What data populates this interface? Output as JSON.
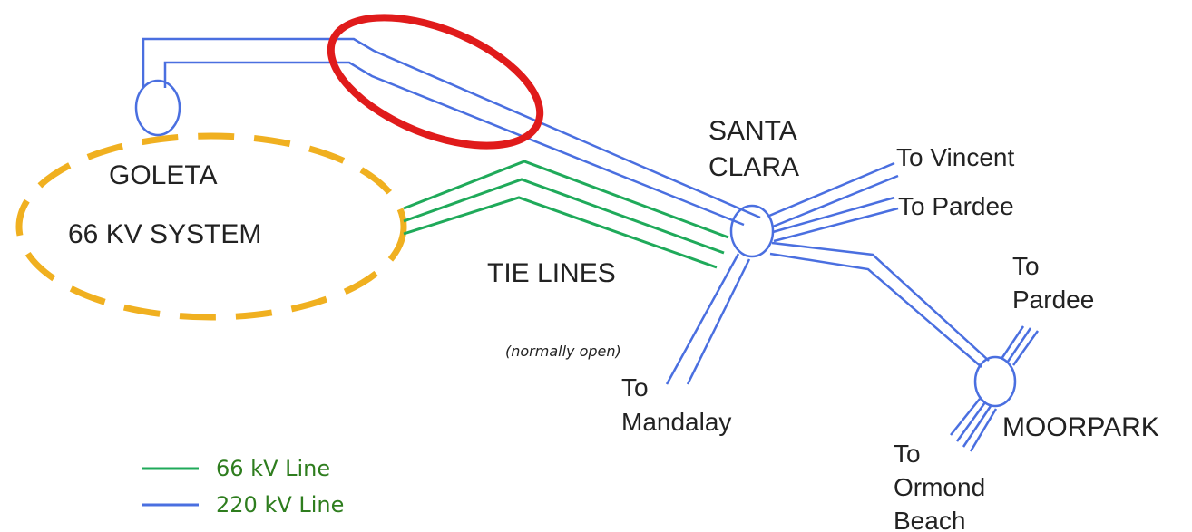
{
  "colors": {
    "line_220kv": "#4a6fe0",
    "line_66kv": "#1faa5a",
    "goleta_system_outline": "#f0b020",
    "highlight": "#e01b1b",
    "legend_text": "#2e7d1e"
  },
  "labels": {
    "goleta_line1": "GOLETA",
    "goleta_line2": "66 KV SYSTEM",
    "santa_clara_line1": "SANTA",
    "santa_clara_line2": "CLARA",
    "tie_lines": "TIE LINES",
    "normally_open": "(normally open)",
    "to_vincent": "To Vincent",
    "to_pardee_1": "To Pardee",
    "to_pardee_2_line1": "To",
    "to_pardee_2_line2": "Pardee",
    "to_mandalay_line1": "To",
    "to_mandalay_line2": "Mandalay",
    "moorpark": "MOORPARK",
    "to_ormond_line1": "To",
    "to_ormond_line2": "Ormond",
    "to_ormond_line3": "Beach"
  },
  "legend": [
    {
      "label": "66 kV Line",
      "color": "#1faa5a"
    },
    {
      "label": "220 kV Line",
      "color": "#4a6fe0"
    }
  ]
}
